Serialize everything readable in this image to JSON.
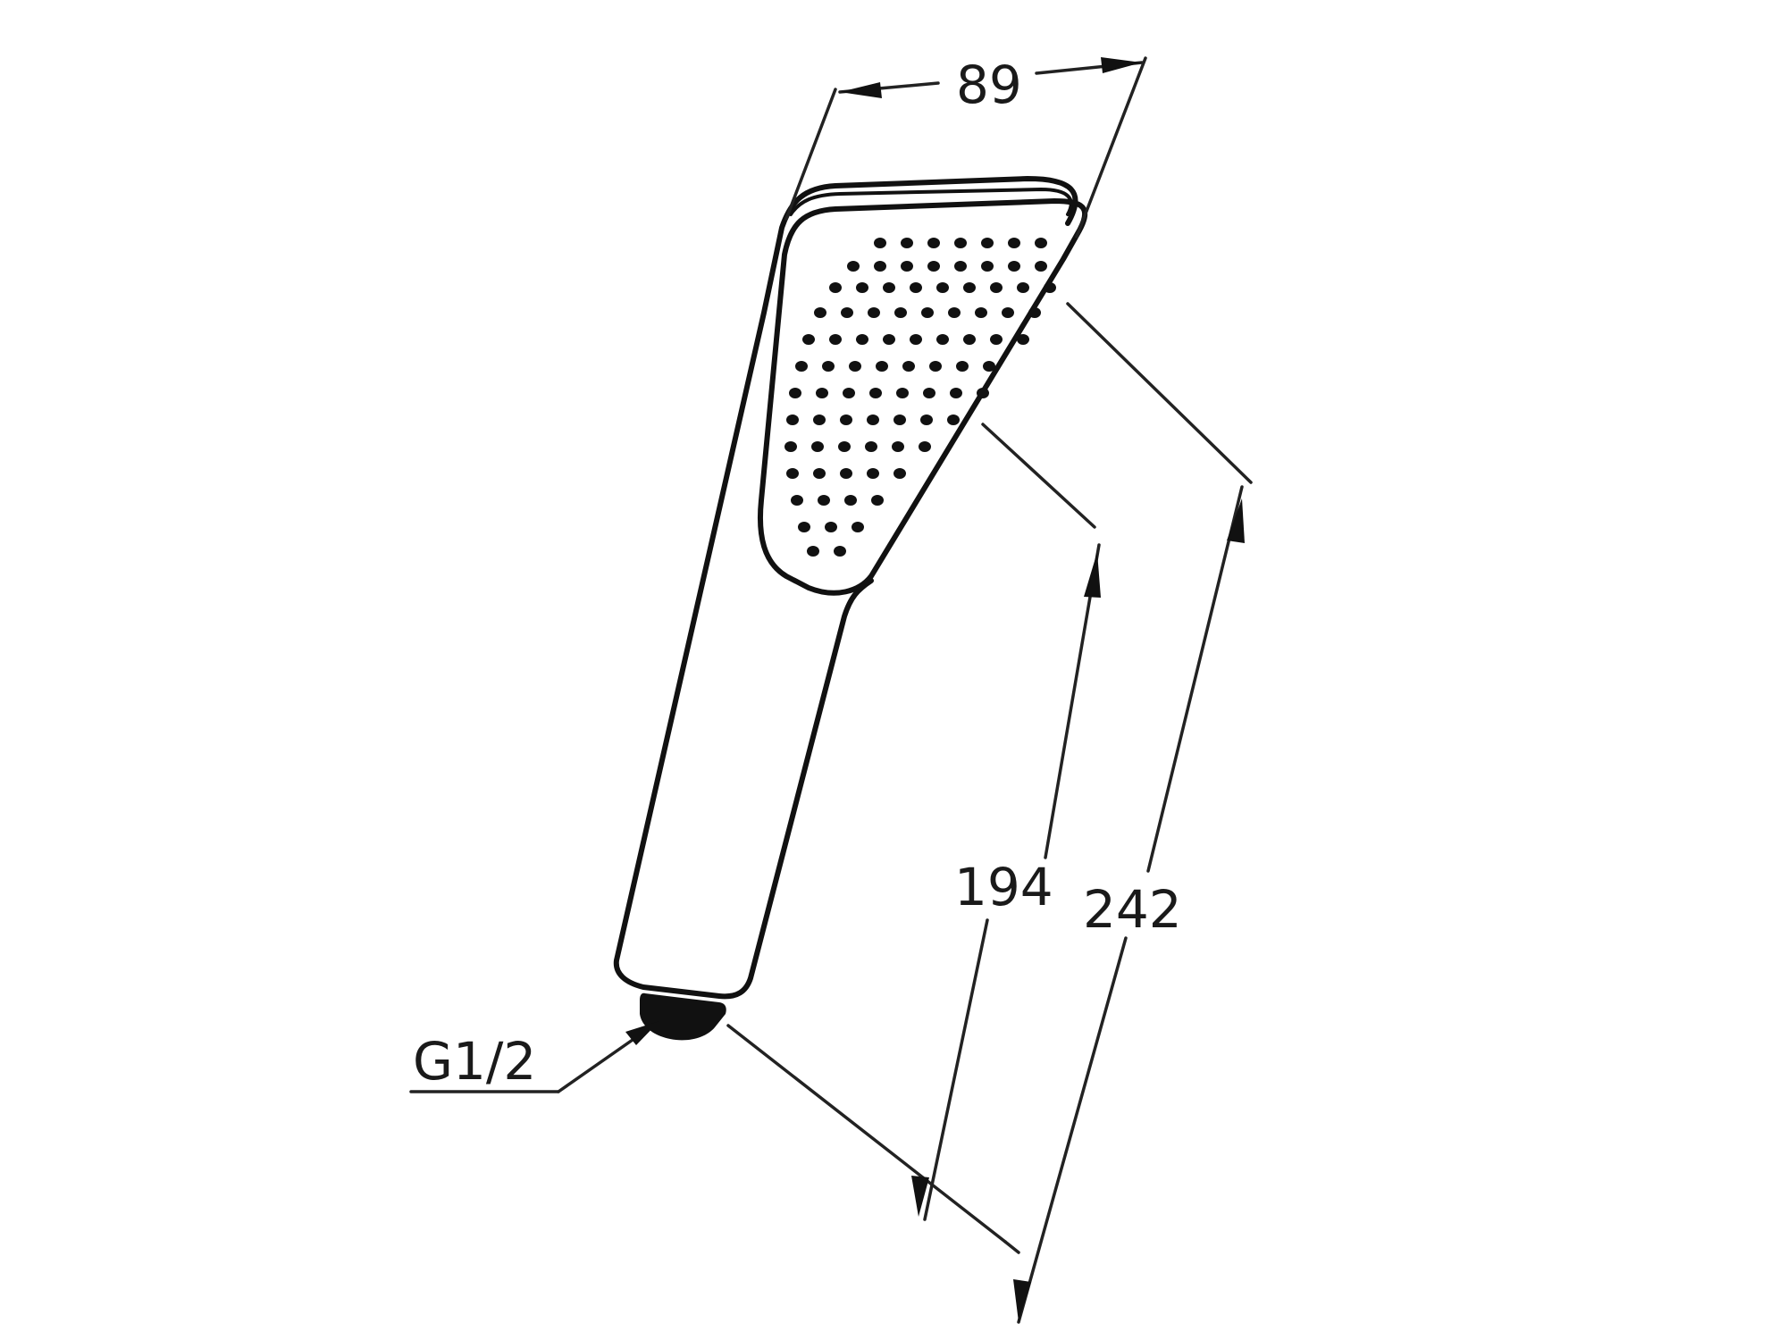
{
  "drawing": {
    "dimensions": {
      "width": "89",
      "face_length": "194",
      "overall_length": "242",
      "thread": "G1/2"
    },
    "colors": {
      "line": "#111111",
      "background": "#ffffff"
    }
  }
}
